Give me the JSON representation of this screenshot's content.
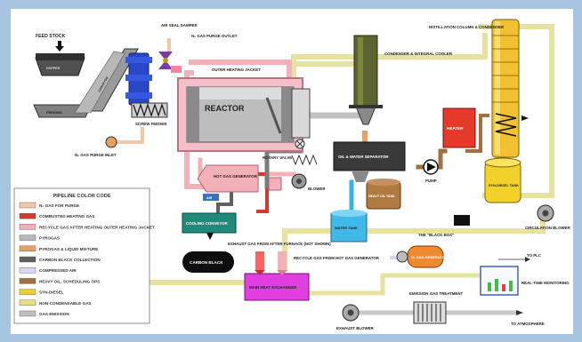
{
  "labels": {
    "feed_stock": "FEED STOCK",
    "air_seal_damper": "AIR SEAL DAMPER",
    "n2_purge_outlet": "N₂ GAS PURGE OUTLET",
    "outer_heating_jacket": "OUTER HEATING JACKET",
    "reactor": "REACTOR",
    "rotary_valve": "ROTARY VALVE",
    "screw_feeder": "SCREW FEEDER",
    "n2_purge_inlet": "N₂ GAS PURGE INLET",
    "hot_gas_generator": "HOT GAS GENERATOR",
    "blower": "BLOWER",
    "condenser_integral_cooler": "CONDENSER & INTEGRAL COOLER",
    "oil_water_separator": "OIL & WATER SEPARATOR",
    "heavy_oil_tank": "HEAVY OIL TANK",
    "pump": "PUMP",
    "heater": "HEATER",
    "distillation_column": "DISTILLATION COLUMN & CONDENSER",
    "syn_diesel_tank": "SYN-DIESEL TANK",
    "cooling_conveyor": "COOLING CONVEYOR",
    "carbon_black": "CARBON BLACK",
    "water_tank": "WATER TANK",
    "exhaust_from_afterburner": "EXHAUST GAS FROM AFTER FURNACE (NOT SHOWN)",
    "recycle_gas": "RECYCLE GAS FROM HOT GAS GENERATOR",
    "main_heat_exchanger": "MAIN HEAT EXCHANGER",
    "the_black_box": "THE \"BLACK BOX\"",
    "circulation_blower": "CIRCULATION BLOWER",
    "n2_gas_generator": "N₂ GAS GENERATOR",
    "to_plc": "TO PLC",
    "real_time_monitoring": "REAL-TIME MONITORING",
    "emission_gas_treatment": "EMISSION GAS TREATMENT",
    "exhaust_blower": "EXHAUST BLOWER",
    "to_atmosphere": "TO ATMOSPHERE",
    "air": "AIR",
    "feeding": "FEEDING",
    "conveyor": "CONVEYOR",
    "hopper": "HOPPER"
  },
  "legend": {
    "title": "PIPELINE COLOR CODE",
    "items": [
      {
        "label": "N₂ GAS FOR PURGE",
        "color": "#f0c8a8"
      },
      {
        "label": "COMBUSTED HEATING GAS",
        "color": "#d23a30"
      },
      {
        "label": "RECYCLE GAS AFTER HEATING OUTER HEATING JACKET",
        "color": "#f2b0b8"
      },
      {
        "label": "PYROGAS",
        "color": "#b8b8b8"
      },
      {
        "label": "PYROGAS & LIQUID MIXTURE",
        "color": "#e8a060"
      },
      {
        "label": "CARBON BLACK COLLECTION",
        "color": "#606060"
      },
      {
        "label": "COMPRESSED AIR",
        "color": "#d8d8f0"
      },
      {
        "label": "HEAVY OIL, SCHEDULING OPS",
        "color": "#a07040"
      },
      {
        "label": "SYN-DIESEL",
        "color": "#f0d030"
      },
      {
        "label": "NON-CONDENSABLE GAS",
        "color": "#e8e080"
      },
      {
        "label": "GAS EMISSION",
        "color": "#c0c0c0"
      }
    ]
  },
  "colors": {
    "frame": "#9ab8d8",
    "pipe_gas": "#e6e2a0",
    "pipe_pink": "#f2b0b8",
    "reactor": "#b0b0b0",
    "heater": "#e53a2a",
    "tank_yellow": "#f2d22a",
    "teal": "#1f8a7a",
    "magenta": "#e040e0",
    "water": "#3bb0e0"
  }
}
